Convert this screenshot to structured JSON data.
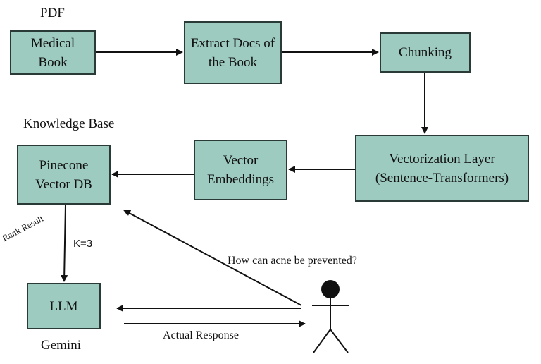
{
  "labels": {
    "pdf": "PDF",
    "knowledge_base": "Knowledge Base",
    "gemini": "Gemini",
    "rank_result": "Rank Result",
    "k": "K=3",
    "query": "How can acne be prevented?",
    "response": "Actual Response"
  },
  "boxes": {
    "medical_book": "Medical\nBook",
    "extract_docs": "Extract Docs of\nthe Book",
    "chunking": "Chunking",
    "vectorization": "Vectorization Layer\n(Sentence-Transformers)",
    "vector_embeddings": "Vector\nEmbeddings",
    "pinecone": "Pinecone\nVector DB",
    "llm": "LLM"
  },
  "colors": {
    "box_fill": "#9ecbc0",
    "box_border": "#2a3a36",
    "arrow": "#111111"
  }
}
